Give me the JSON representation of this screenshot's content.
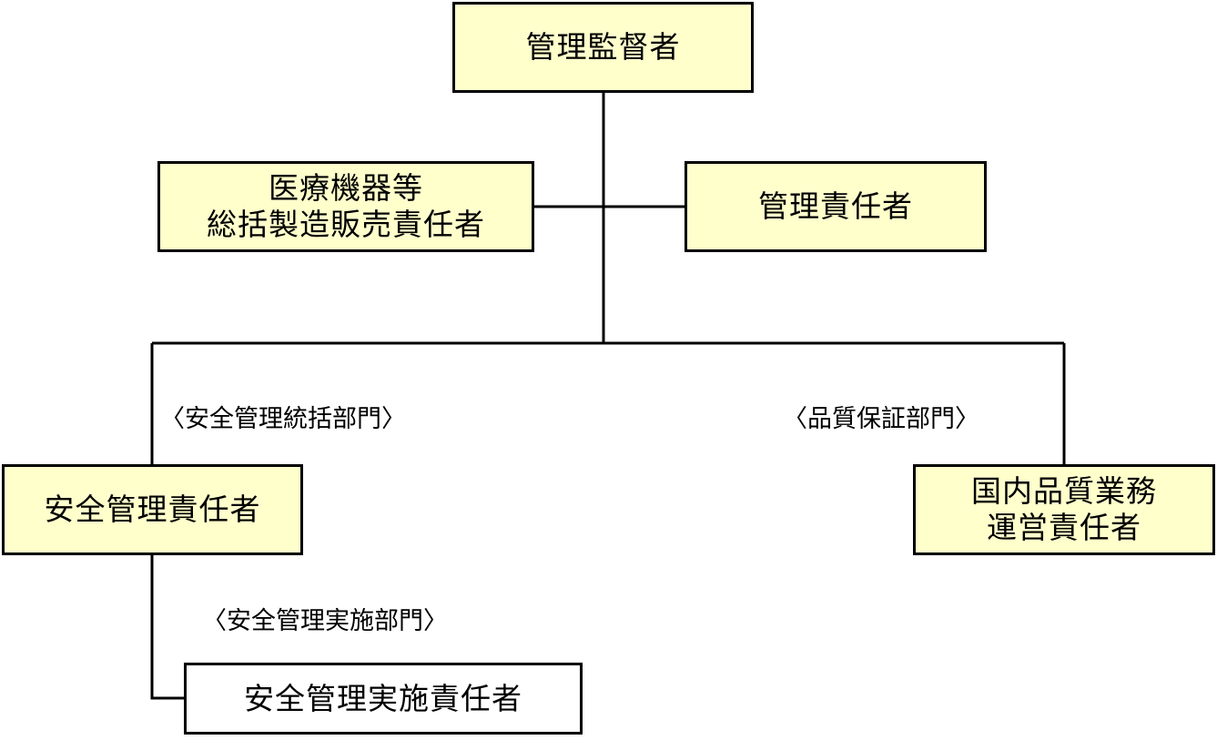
{
  "colors": {
    "box_fill": "#ffffcc",
    "plain_box_fill": "#ffffff",
    "line": "#000000"
  },
  "nodes": {
    "management_supervisor": {
      "label": "管理監督者"
    },
    "general_manufacturer_supervisor": {
      "line1": "医療機器等",
      "line2": "総括製造販売責任者"
    },
    "management_officer": {
      "label": "管理責任者"
    },
    "safety_management_officer": {
      "label": "安全管理責任者"
    },
    "domestic_quality_officer": {
      "line1": "国内品質業務",
      "line2": "運営責任者"
    },
    "safety_implementation_officer": {
      "label": "安全管理実施責任者"
    }
  },
  "departments": {
    "safety_general": "〈安全管理統括部門〉",
    "quality_assurance": "〈品質保証部門〉",
    "safety_implementation": "〈安全管理実施部門〉"
  }
}
